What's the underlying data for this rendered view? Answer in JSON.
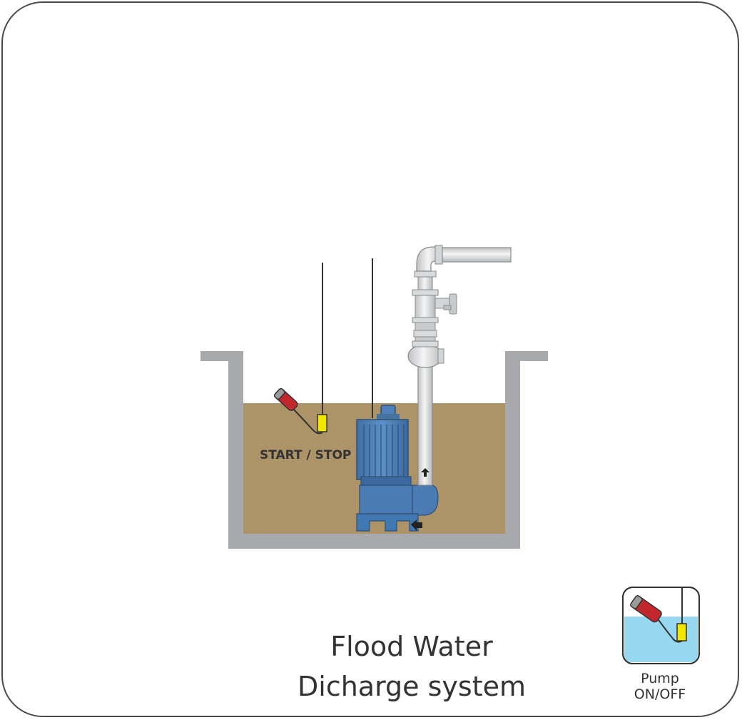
{
  "diagram": {
    "float_label": "START / STOP",
    "title_line1": "Flood Water",
    "title_line2": "Dicharge system"
  },
  "legend": {
    "label_line1": "Pump",
    "label_line2": "ON/OFF"
  },
  "colors": {
    "pit_wall": "#a7a9ac",
    "water": "#ad9368",
    "pump_body": "#4f81b8",
    "pipe": "#e2e3e4",
    "float_switch_red": "#c1272d",
    "float_switch_yellow": "#f2e600",
    "legend_water": "#97d8f0"
  }
}
